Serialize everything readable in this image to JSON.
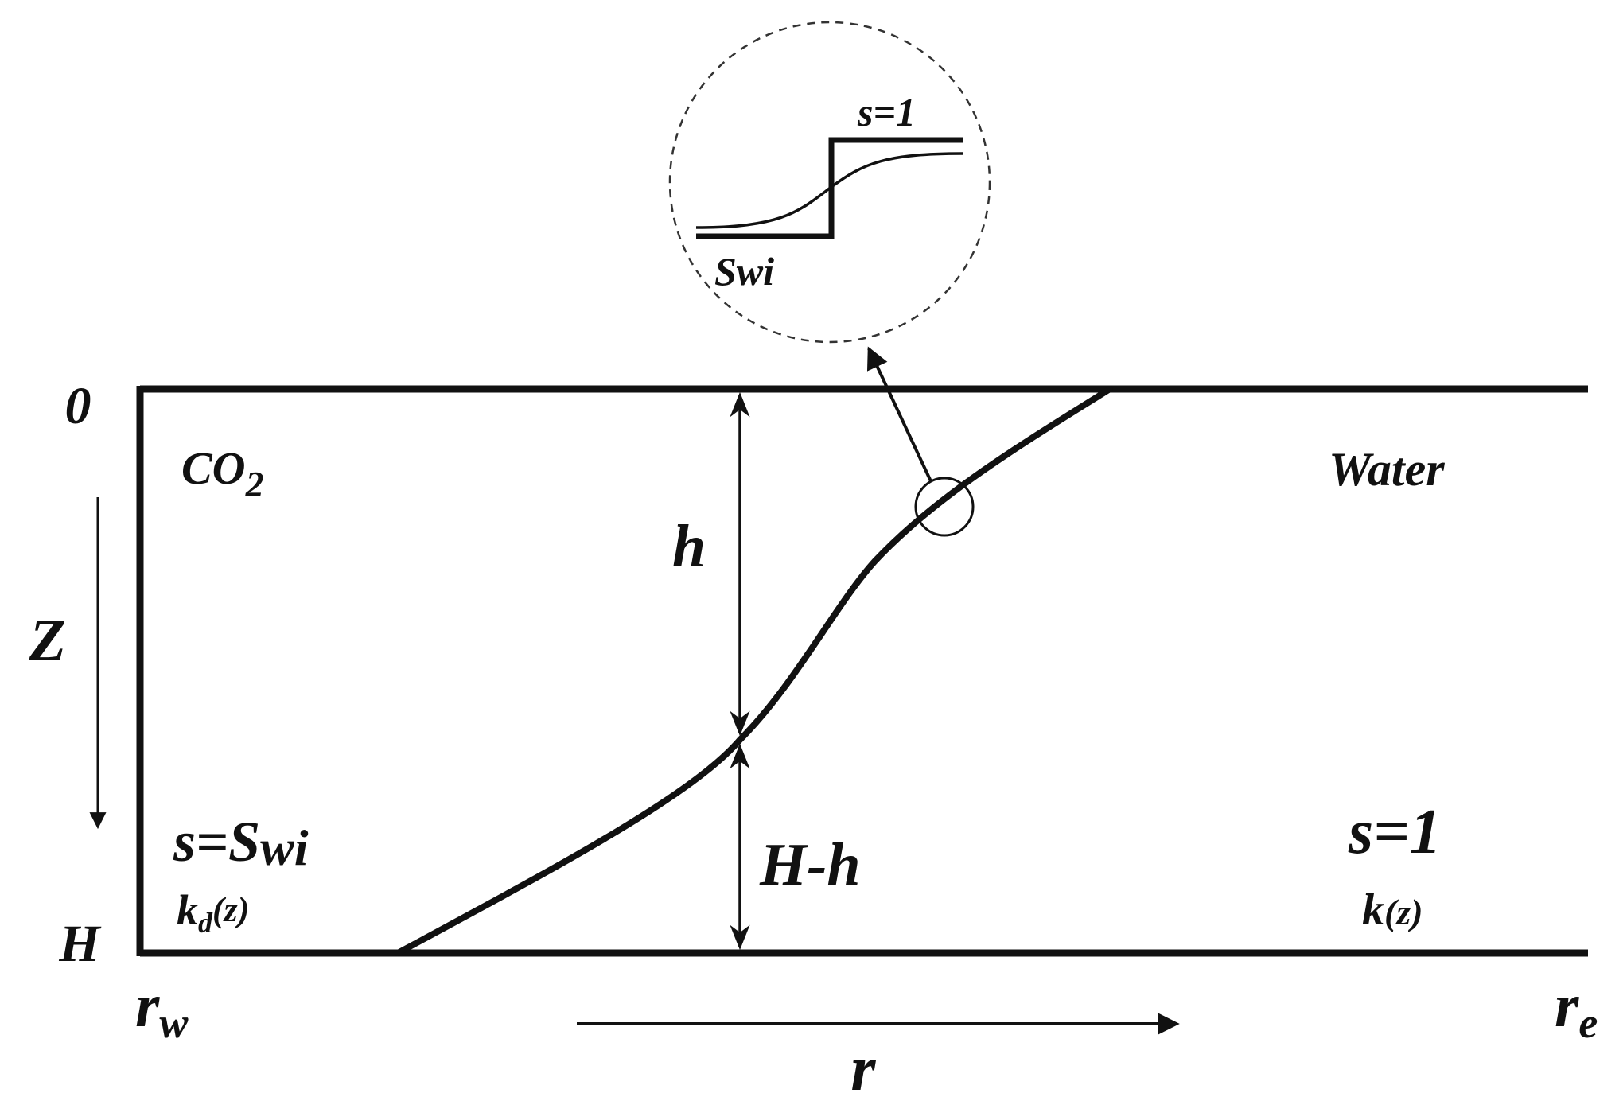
{
  "labels": {
    "top_depth": "0",
    "bottom_depth": "H",
    "z_axis": "Z",
    "co2_base": "CO",
    "co2_sub": "2",
    "water": "Water",
    "h": "h",
    "H_minus_h": "H-h",
    "left_s_base": "s=S",
    "left_s_sub": "wi",
    "left_k_base": "k",
    "left_k_sub": "d",
    "left_k_arg": "(z)",
    "right_s": "s=1",
    "right_k_base": "k",
    "right_k_arg": "(z)",
    "rw_base": "r",
    "rw_sub": "w",
    "re_base": "r",
    "re_sub": "e",
    "r_axis": "r",
    "inset_top": "s=1",
    "inset_bottom": "Swi"
  },
  "colors": {
    "ink": "#111111",
    "background": "#ffffff"
  }
}
